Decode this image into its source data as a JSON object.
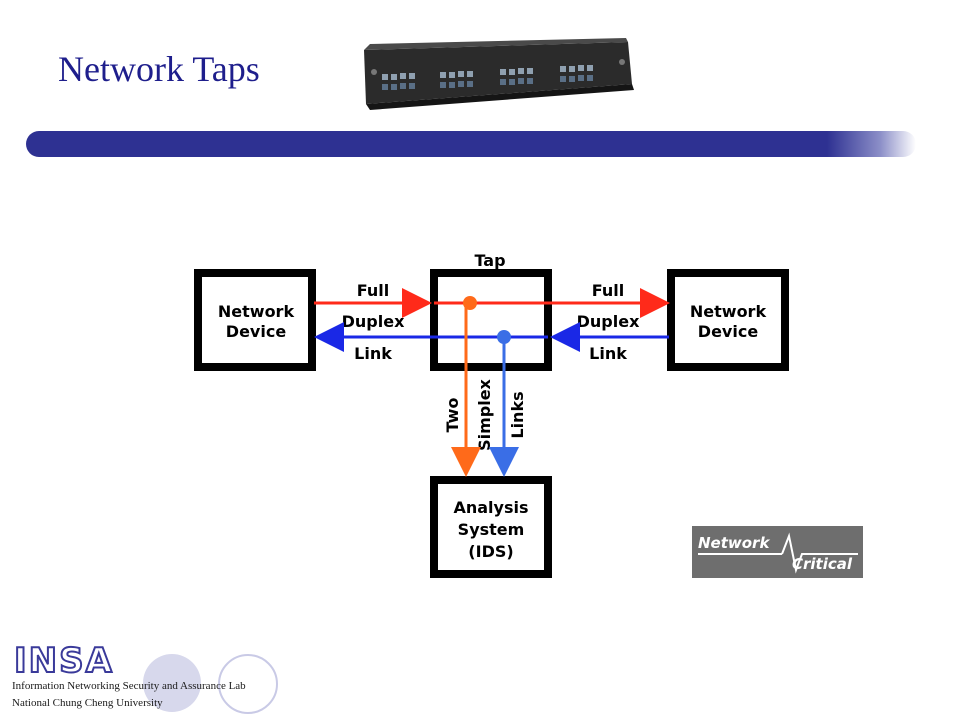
{
  "slide": {
    "title": "Network Taps"
  },
  "diagram": {
    "tap_label": "Tap",
    "left_device": [
      "Network",
      "Device"
    ],
    "right_device": [
      "Network",
      "Device"
    ],
    "link_left": [
      "Full",
      "Duplex",
      "Link"
    ],
    "link_right": [
      "Full",
      "Duplex",
      "Link"
    ],
    "simplex": [
      "Two",
      "Simplex",
      "Links"
    ],
    "analysis": [
      "Analysis",
      "System",
      "(IDS)"
    ],
    "colors": {
      "forward": "#ff2a1a",
      "reverse": "#1a28e6",
      "tap_forward": "#ff6a1a",
      "tap_reverse": "#3a6ee6"
    }
  },
  "vendor_logo": {
    "line1": "Network",
    "line2": "Critical"
  },
  "footer": {
    "logo_text": "INSA",
    "line1": "Information Networking Security and Assurance Lab",
    "line2": "National Chung Cheng University"
  },
  "hardware_image": {
    "icon": "network-tap-rack-unit-icon"
  }
}
